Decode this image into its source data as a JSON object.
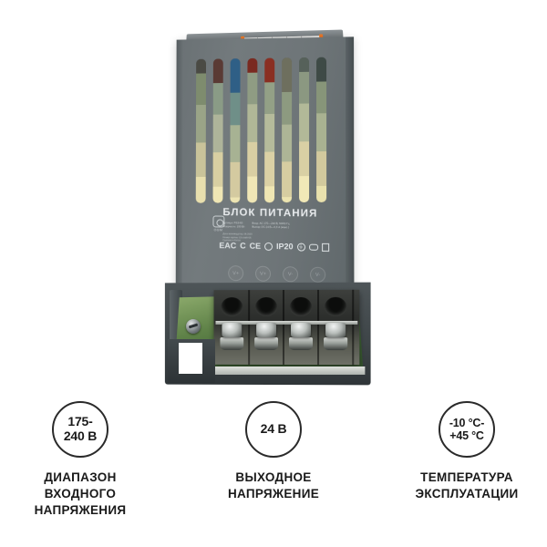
{
  "product": {
    "title": "БЛОК ПИТАНИЯ",
    "brand": "OGM",
    "spec_left": "Артикул: PS3-60\nМощность: 150 Вт",
    "spec_right": "Вход: AC 175—240 В, 50/60 Гц\nВыход: DC 24 В—6,3 А (макс.)",
    "spec_fine": "Дата производства: 05.2020\nНомер партии: C3-I-MAY05\nСделано в Китае",
    "certifications": [
      {
        "name": "eac-mark",
        "glyph": "EAC"
      },
      {
        "name": "ce-mark",
        "glyph": "C"
      },
      {
        "name": "ce-mark-2",
        "glyph": "CE"
      },
      {
        "name": "no-enclosure-mark",
        "glyph": "⊘"
      },
      {
        "name": "ip20-mark",
        "glyph": "IP20"
      },
      {
        "name": "earth-ground-mark",
        "glyph": "⏚"
      },
      {
        "name": "class-mark",
        "glyph": "▭"
      },
      {
        "name": "weee-bin-mark",
        "glyph": "⌧"
      }
    ],
    "terminal_labels": [
      "V+",
      "V+",
      "V-",
      "V-"
    ],
    "terminal_count": 4,
    "colors": {
      "housing": "#6e7578",
      "chassis": "#3e4548",
      "pcb_green": "#5f8248",
      "terminal_dark": "#2b2d2b",
      "accent_orange": "#f07c28",
      "label_text": "#e9ecee"
    }
  },
  "badges": [
    {
      "name": "input-voltage-range",
      "value": "175-\n240 В",
      "caption": "ДИАПАЗОН\nВХОДНОГО\nНАПРЯЖЕНИЯ"
    },
    {
      "name": "output-voltage",
      "value": "24 В",
      "caption": "ВЫХОДНОЕ\nНАПРЯЖЕНИЕ"
    },
    {
      "name": "operating-temperature",
      "value": "-10 °C-\n+45 °C",
      "caption": "ТЕМПЕРАТУРА\nЭКСПЛУАТАЦИИ"
    }
  ]
}
